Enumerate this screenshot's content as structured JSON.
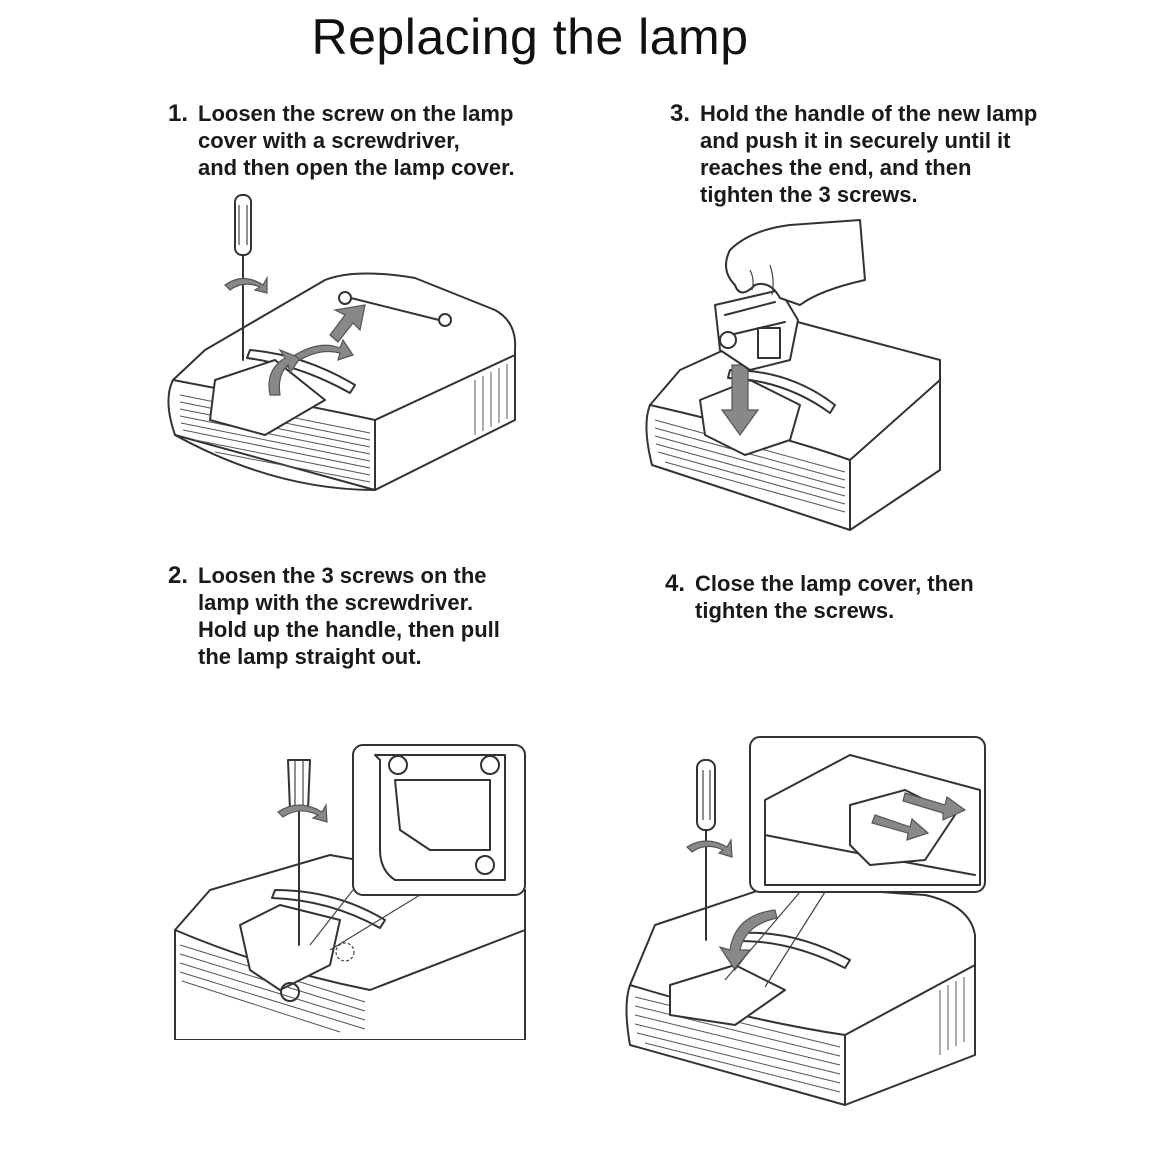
{
  "page_title": "Replacing the lamp",
  "steps": [
    {
      "number": "1.",
      "lines": [
        "Loosen the screw on the lamp",
        "cover with a  screwdriver,",
        "and then open the lamp cover."
      ]
    },
    {
      "number": "2.",
      "lines": [
        "Loosen the 3 screws on the",
        "lamp with the screwdriver.",
        "Hold up the handle, then pull",
        "the lamp straight out."
      ]
    },
    {
      "number": "3.",
      "lines": [
        "Hold the handle of the new lamp",
        "and push it in securely until it",
        "reaches the end, and then",
        "tighten the 3 screws."
      ]
    },
    {
      "number": "4.",
      "lines": [
        "Close the lamp cover, then",
        "tighten the screws."
      ]
    }
  ],
  "icons": [
    "screwdriver-icon",
    "rotate-arrow-icon",
    "direction-arrow-icon",
    "hand-icon",
    "lamp-module-icon"
  ]
}
